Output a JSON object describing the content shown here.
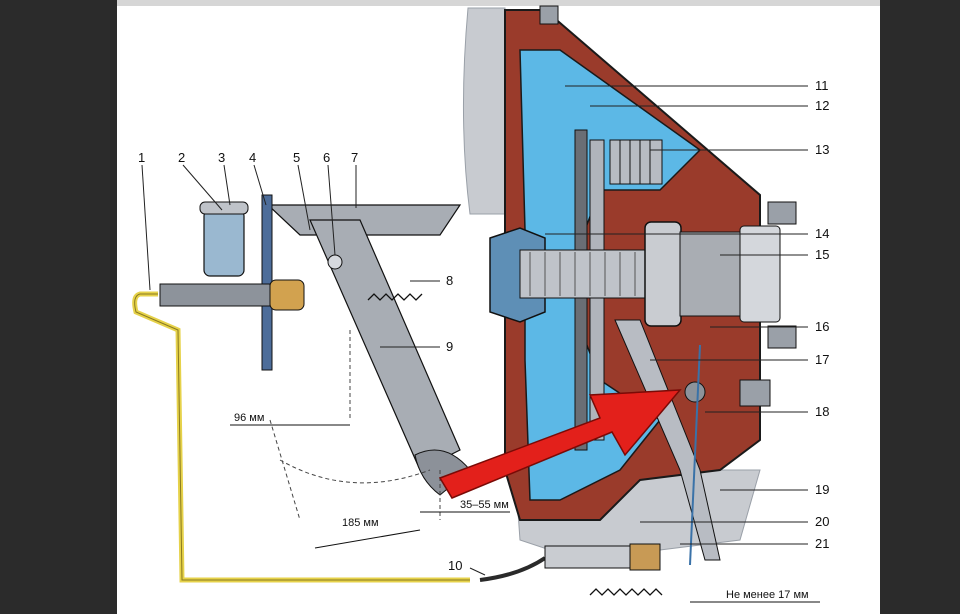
{
  "labels": {
    "n1": "1",
    "n2": "2",
    "n3": "3",
    "n4": "4",
    "n5": "5",
    "n6": "6",
    "n7": "7",
    "n8": "8",
    "n9": "9",
    "n10": "10",
    "n11": "11",
    "n12": "12",
    "n13": "13",
    "n14": "14",
    "n15": "15",
    "n16": "16",
    "n17": "17",
    "n18": "18",
    "n19": "19",
    "n20": "20",
    "n21": "21"
  },
  "dimensions": {
    "d96": "96 мм",
    "d185": "185 мм",
    "d35_55": "35–55 мм",
    "d17": "Не менее 17 мм"
  },
  "colors": {
    "housing_red": "#9a3b2b",
    "disc_blue": "#5cb8e6",
    "pedal_grey": "#a8adb4",
    "hydraulic_yellow": "#e6d24a",
    "arrow_red": "#e3201b",
    "paper": "#ffffff",
    "frame": "#2b2b2b"
  }
}
